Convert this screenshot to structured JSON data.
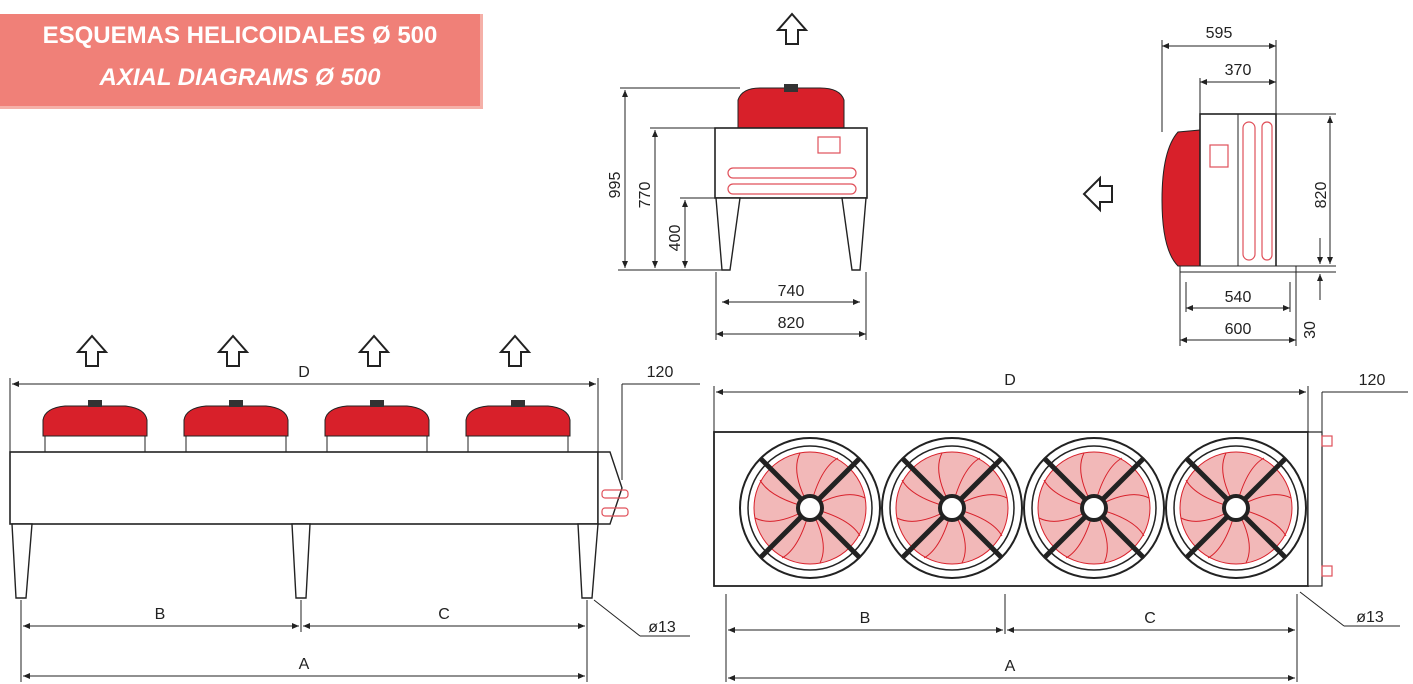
{
  "header": {
    "title_es": "ESQUEMAS HELICOIDALES Ø 500",
    "title_en": "AXIAL DIAGRAMS Ø 500"
  },
  "colors": {
    "accent": "#f08078",
    "fan_red": "#d8202a"
  },
  "front_view": {
    "d995": "995",
    "d770": "770",
    "d400": "400",
    "d740": "740",
    "d820": "820"
  },
  "side_view": {
    "d595": "595",
    "d370": "370",
    "d820": "820",
    "d540": "540",
    "d600": "600",
    "d30": "30"
  },
  "elevation": {
    "d": "D",
    "gap": "120",
    "b": "B",
    "c": "C",
    "a": "A",
    "hole": "ø13"
  },
  "plan": {
    "d": "D",
    "gap": "120",
    "b": "B",
    "c": "C",
    "a": "A",
    "hole": "ø13"
  }
}
